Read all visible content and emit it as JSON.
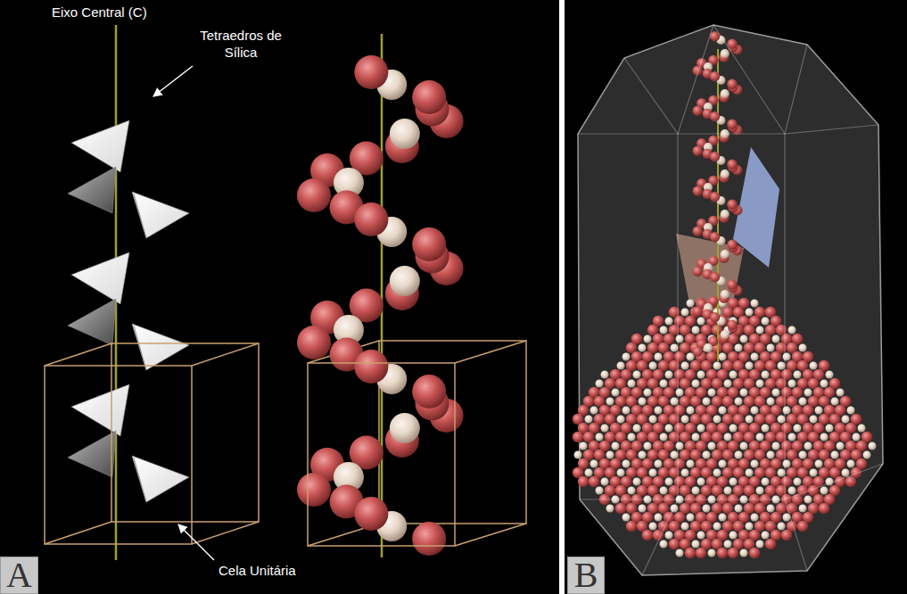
{
  "diagram": {
    "nodes": [
      {
        "text": [
          "A"
        ]
      },
      {
        "text": [
          "B"
        ]
      }
    ],
    "labels": [
      "Eixo Central (C)",
      "Tetraedros de Sílica",
      "Cela Unitária"
    ]
  }
}
